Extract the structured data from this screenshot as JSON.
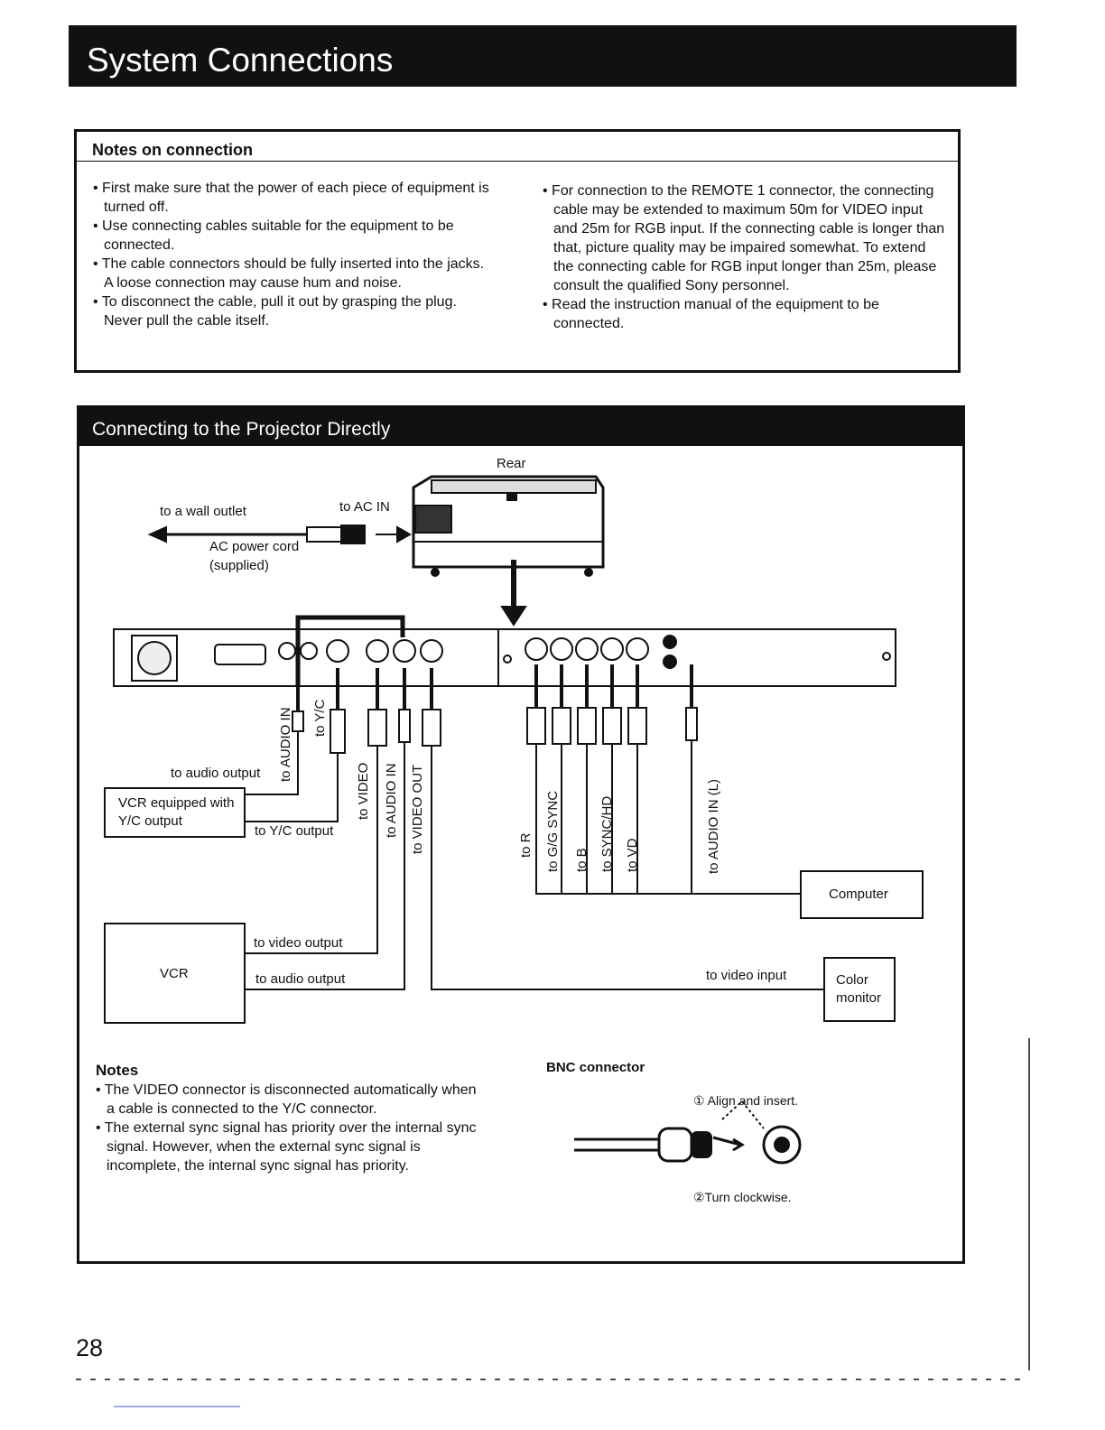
{
  "page": {
    "title": "System Connections",
    "page_number": "28"
  },
  "notes_on_connection": {
    "heading": "Notes on connection",
    "left_items": [
      "First make sure that the power of each piece of equipment is turned off.",
      "Use connecting cables suitable for the equipment to be connected.",
      "The cable connectors should be fully inserted into the jacks. A loose connection may cause hum and noise.",
      "To disconnect the cable, pull it out by grasping the plug. Never pull the cable itself."
    ],
    "right_items": [
      "For connection to the REMOTE 1 connector, the connecting cable may be extended to maximum 50m for VIDEO input and 25m for RGB input. If the connecting cable is longer than that, picture quality may be impaired somewhat. To extend the connecting cable for RGB input longer than 25m, please consult the qualified Sony personnel.",
      "Read the instruction manual of the equipment to be connected."
    ]
  },
  "section": {
    "heading": "Connecting to the Projector Directly",
    "diagram": {
      "rear": "Rear",
      "wall_outlet": "to a wall outlet",
      "ac_in": "to AC IN",
      "power_cord": "AC power cord",
      "supplied": "(supplied)",
      "to_audio_in": "to AUDIO IN",
      "to_yc": "to Y/C",
      "to_video": "to VIDEO",
      "to_audio_in_2": "to AUDIO IN",
      "to_video_out": "to VIDEO OUT",
      "to_audio_output": "to audio output",
      "vcr_yc": "VCR equipped with Y/C output",
      "to_yc_output": "to Y/C output",
      "vcr": "VCR",
      "to_video_output": "to video output",
      "to_audio_output_2": "to audio output",
      "to_r": "to R",
      "to_ggsync": "to G/G SYNC",
      "to_b": "to B",
      "to_synchd": "to SYNC/HD",
      "to_vd": "to VD",
      "to_audio_in_l": "to AUDIO IN (L)",
      "computer": "Computer",
      "to_video_input": "to video input",
      "color_monitor": "Color monitor"
    },
    "notes": {
      "heading": "Notes",
      "items": [
        "The VIDEO connector is disconnected automatically when a cable is connected to the Y/C connector.",
        "The external sync signal has priority over the internal sync signal. However, when the external sync signal is incomplete, the internal sync signal has priority."
      ]
    },
    "bnc": {
      "heading": "BNC connector",
      "step1": "① Align and insert.",
      "step2": "②Turn clockwise."
    }
  }
}
